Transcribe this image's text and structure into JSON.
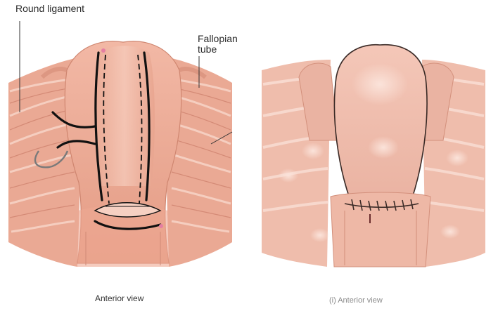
{
  "labels": {
    "round_ligament": "Round ligament",
    "fallopian_tube_line1": "Fallopian",
    "fallopian_tube_line2": "tube",
    "caption_left": "Anterior view",
    "caption_right": "(i)  Anterior view"
  },
  "colors": {
    "tissue_base": "#e9a58f",
    "tissue_highlight": "#f7d1c2",
    "tissue_shadow": "#c97a66",
    "tissue_pale": "#f3c9bb",
    "incision_line": "#111111",
    "gray_line": "#7a7a7a",
    "pink_marker": "#e57fa2"
  },
  "figures": [
    {
      "panel": "left",
      "style": "drawing with solid and dashed incision lines"
    },
    {
      "panel": "right",
      "style": "sutured result with stitches"
    }
  ]
}
